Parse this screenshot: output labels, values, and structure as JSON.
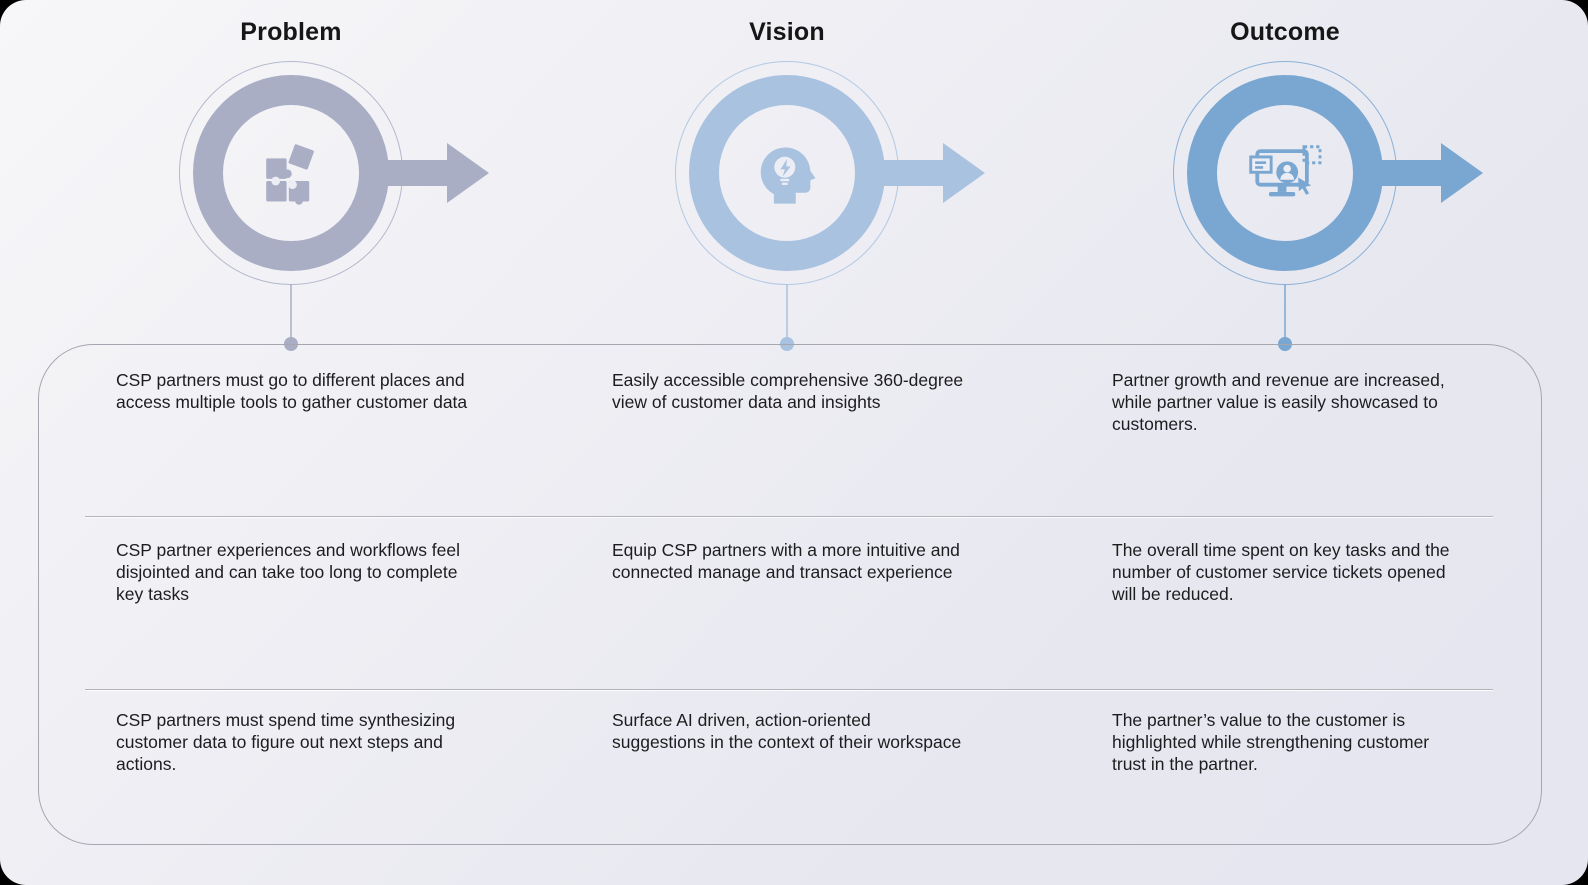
{
  "slide": {
    "background_outer": "#000000",
    "panel_gradient": [
      "#f7f7f9",
      "#e6e6f0"
    ],
    "board_border_color": "#a6a6b0",
    "text_color": "#1d1d1f"
  },
  "columns": [
    {
      "title": "Problem",
      "accent": "#a9aec5",
      "icon": "puzzle-icon",
      "rows": [
        "CSP partners must go to different places and access multiple tools to gather customer data",
        "CSP partner experiences and workflows feel disjointed and can take too long to complete key tasks",
        "CSP partners must spend time synthesizing customer data to figure out next steps and actions."
      ]
    },
    {
      "title": "Vision",
      "accent": "#a8c2e0",
      "icon": "head-idea-icon",
      "rows": [
        "Easily accessible comprehensive 360-degree view of customer data and insights",
        "Equip CSP partners with a more intuitive and connected manage and transact experience",
        "Surface AI driven, action-oriented suggestions in the context of their workspace"
      ]
    },
    {
      "title": "Outcome",
      "accent": "#7aa7d1",
      "icon": "monitor-user-icon",
      "rows": [
        "Partner growth and revenue are increased, while partner value is easily showcased to customers.",
        "The overall time spent on key tasks and the number of customer service tickets opened will be reduced.",
        "The partner’s value to the customer is highlighted while strengthening customer trust in the partner."
      ]
    }
  ]
}
